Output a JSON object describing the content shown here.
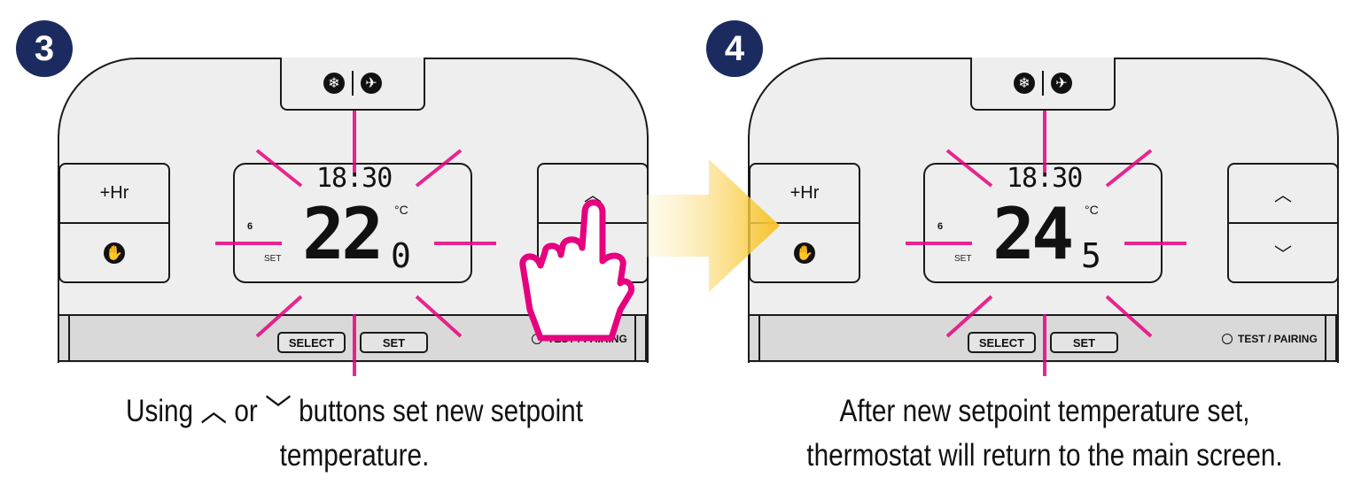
{
  "colors": {
    "badge": "#1c2b5f",
    "ray": "#e6007e",
    "hand": "#e6007e",
    "arrow": "#f7c325"
  },
  "panels": [
    {
      "step": "3",
      "icons": [
        "snowflake-icon",
        "airplane-icon"
      ],
      "left_top": "+Hr",
      "left_bottom_icon": "hand-icon",
      "time": "18:30",
      "temp_int": "22",
      "temp_dec": "0",
      "unit": "°C",
      "program": "6",
      "set_indicator": "SET",
      "up": "︿",
      "down": "",
      "select_label": "SELECT",
      "set_label": "SET",
      "pairing_label": "TEST / PAIRING",
      "caption_line1_a": "Using",
      "caption_up": "︿",
      "caption_or": "or",
      "caption_down": "﹀",
      "caption_line1_b": "buttons set new setpoint",
      "caption_line2": "temperature."
    },
    {
      "step": "4",
      "icons": [
        "snowflake-icon",
        "airplane-icon"
      ],
      "left_top": "+Hr",
      "left_bottom_icon": "hand-icon",
      "time": "18:30",
      "temp_int": "24",
      "temp_dec": "5",
      "unit": "°C",
      "program": "6",
      "set_indicator": "SET",
      "up": "︿",
      "down": "﹀",
      "select_label": "SELECT",
      "set_label": "SET",
      "pairing_label": "TEST / PAIRING",
      "caption_line1": "After new setpoint temperature set,",
      "caption_line2": "thermostat will return to the main screen."
    }
  ]
}
